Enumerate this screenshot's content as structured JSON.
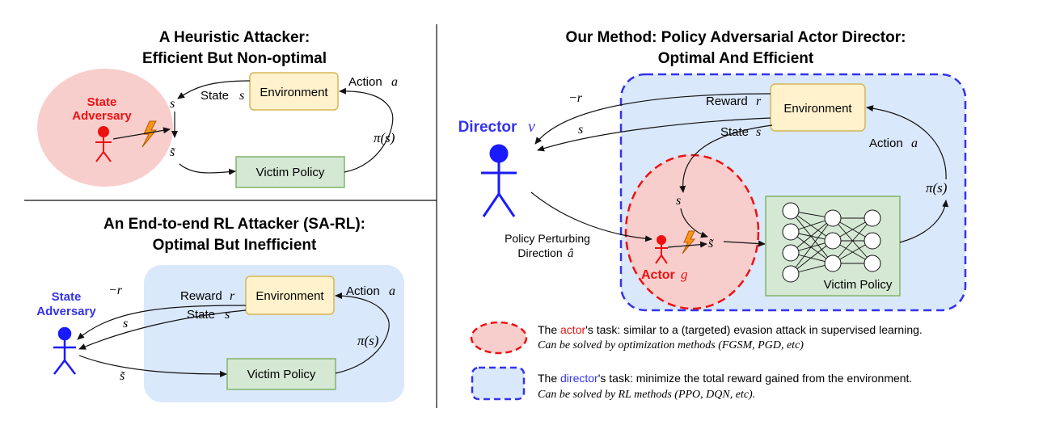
{
  "panel_tl": {
    "title_line1": "A Heuristic Attacker:",
    "title_line2": "Efficient But Non-optimal",
    "adversary_line1": "State",
    "adversary_line2": "Adversary",
    "environment": "Environment",
    "victim_policy": "Victim Policy",
    "state_label": "State",
    "state_var": "s",
    "action_label": "Action",
    "action_var": "a",
    "pi_s": "π(s)",
    "s": "s",
    "s_tilde": "s̃"
  },
  "panel_bl": {
    "title_line1": "An End-to-end RL Attacker (SA-RL):",
    "title_line2": "Optimal But Inefficient",
    "adversary_line1": "State",
    "adversary_line2": "Adversary",
    "environment": "Environment",
    "victim_policy": "Victim Policy",
    "reward_label": "Reward",
    "reward_var": "r",
    "state_label": "State",
    "state_var": "s",
    "action_label": "Action",
    "action_var": "a",
    "neg_r": "−r",
    "pi_s": "π(s)",
    "s": "s",
    "s_tilde": "s̃"
  },
  "panel_r": {
    "title_line1": "Our Method: Policy Adversarial Actor Director:",
    "title_line2": "Optimal And Efficient",
    "director_label": "Director",
    "director_var": "ν",
    "environment": "Environment",
    "victim_policy": "Victim Policy",
    "reward_label": "Reward",
    "reward_var": "r",
    "state_label": "State",
    "state_var": "s",
    "action_label": "Action",
    "action_var": "a",
    "neg_r": "−r",
    "pi_s": "π(s)",
    "s": "s",
    "s_tilde": "s̃",
    "perturb_line1": "Policy Perturbing",
    "perturb_line2": "Direction",
    "perturb_var": "â",
    "actor_label": "Actor",
    "actor_var": "g"
  },
  "legend": {
    "actor_pre": "The ",
    "actor_word": "actor",
    "actor_post": "'s task: similar to a (targeted) evasion attack in supervised learning.",
    "actor_note": "Can be solved by optimization methods (FGSM, PGD, etc)",
    "director_pre": "The ",
    "director_word": "director",
    "director_post": "'s task: minimize the total reward gained from the environment.",
    "director_note": "Can be solved by RL methods (PPO, DQN, etc)."
  },
  "colors": {
    "env_fill": "#fff2cc",
    "env_stroke": "#d6b656",
    "victim_fill": "#d5e8d4",
    "victim_stroke": "#82b366",
    "blue_bg": "#dae8fc",
    "blue": "#3333ee",
    "pink_bg": "#f8cecc",
    "red": "#ee1111"
  }
}
